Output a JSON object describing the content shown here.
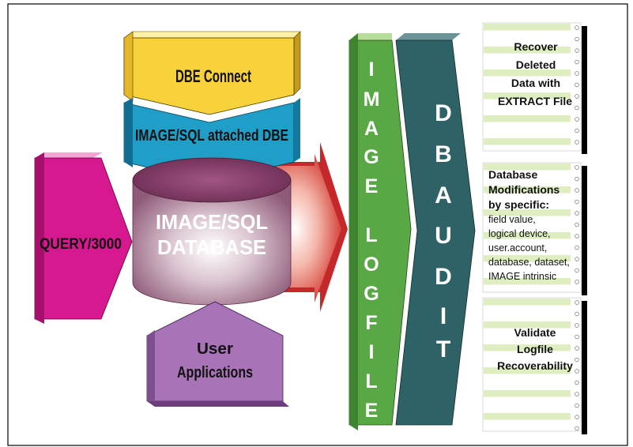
{
  "inputs": {
    "dbe_connect": "DBE Connect",
    "image_sql_attached": "IMAGE/SQL attached DBE",
    "query": "QUERY/3000",
    "database_line1": "IMAGE/SQL",
    "database_line2": "DATABASE",
    "user_apps_line1": "User",
    "user_apps_line2": "Applications"
  },
  "image_logfile": {
    "letters": [
      "I",
      "M",
      "A",
      "G",
      "E",
      "L",
      "O",
      "G",
      "F",
      "I",
      "L",
      "E"
    ]
  },
  "dbaudit": {
    "letters": [
      "D",
      "B",
      "A",
      "U",
      "D",
      "I",
      "T"
    ]
  },
  "outputs": {
    "recover": [
      "Recover",
      "Deleted",
      "Data with",
      "EXTRACT File"
    ],
    "modifications_bold": [
      "Database",
      "Modifications",
      "by specific:"
    ],
    "modifications_items": [
      "field value,",
      "logical device,",
      "user.account,",
      "database, dataset,",
      "IMAGE intrinsic"
    ],
    "validate": [
      "Validate",
      "Logfile",
      "Recoverability"
    ]
  },
  "colors": {
    "dbe_connect": "#f7d23a",
    "image_sql": "#1f9fc8",
    "query": "#d6198f",
    "database": "#b98aa6",
    "user_apps": "#a873b7",
    "arrow": "#d8322c",
    "logfile": "#5aa845",
    "dbaudit": "#2f6266",
    "note_stripe": "#dfeec0"
  }
}
